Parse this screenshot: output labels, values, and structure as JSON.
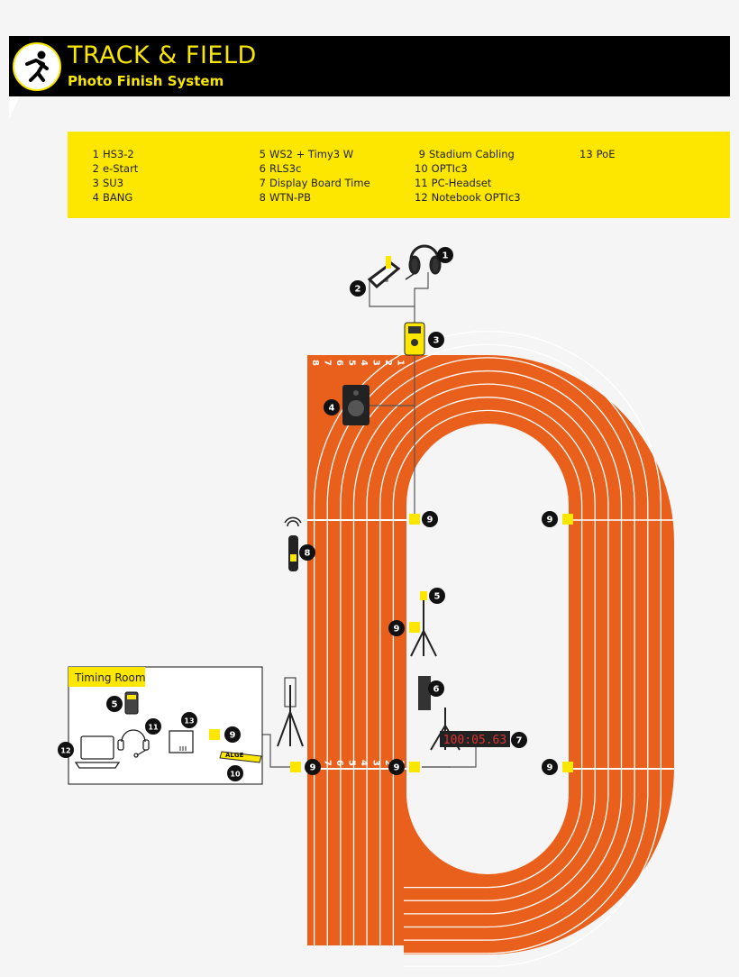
{
  "header": {
    "title": "TRACK & FIELD",
    "subtitle": "Photo Finish System"
  },
  "legend": {
    "columns": [
      [
        {
          "num": "1",
          "label": "HS3-2"
        },
        {
          "num": "2",
          "label": "e-Start"
        },
        {
          "num": "3",
          "label": "SU3"
        },
        {
          "num": "4",
          "label": "BANG"
        }
      ],
      [
        {
          "num": "5",
          "label": "WS2 + Timy3 W"
        },
        {
          "num": "6",
          "label": "RLS3c"
        },
        {
          "num": "7",
          "label": "Display Board Time"
        },
        {
          "num": "8",
          "label": "WTN-PB"
        }
      ],
      [
        {
          "num": "9",
          "label": "Stadium Cabling"
        },
        {
          "num": "10",
          "label": "OPTIc3"
        },
        {
          "num": "11",
          "label": "PC-Headset"
        },
        {
          "num": "12",
          "label": "Notebook OPTIc3"
        }
      ],
      [
        {
          "num": "13",
          "label": "PoE"
        }
      ]
    ]
  },
  "diagram": {
    "timing_room_label": "Timing Room",
    "device_badge": "ALGE",
    "display_board": "100:05.63",
    "lane_numbers": [
      "8",
      "7",
      "6",
      "5",
      "4",
      "3",
      "2",
      "1"
    ],
    "callouts": [
      "1",
      "2",
      "3",
      "4",
      "5",
      "6",
      "7",
      "8",
      "9",
      "10",
      "11",
      "12",
      "13"
    ],
    "colors": {
      "track": "#e8601c",
      "accent": "#fde600",
      "header": "#000000"
    }
  }
}
